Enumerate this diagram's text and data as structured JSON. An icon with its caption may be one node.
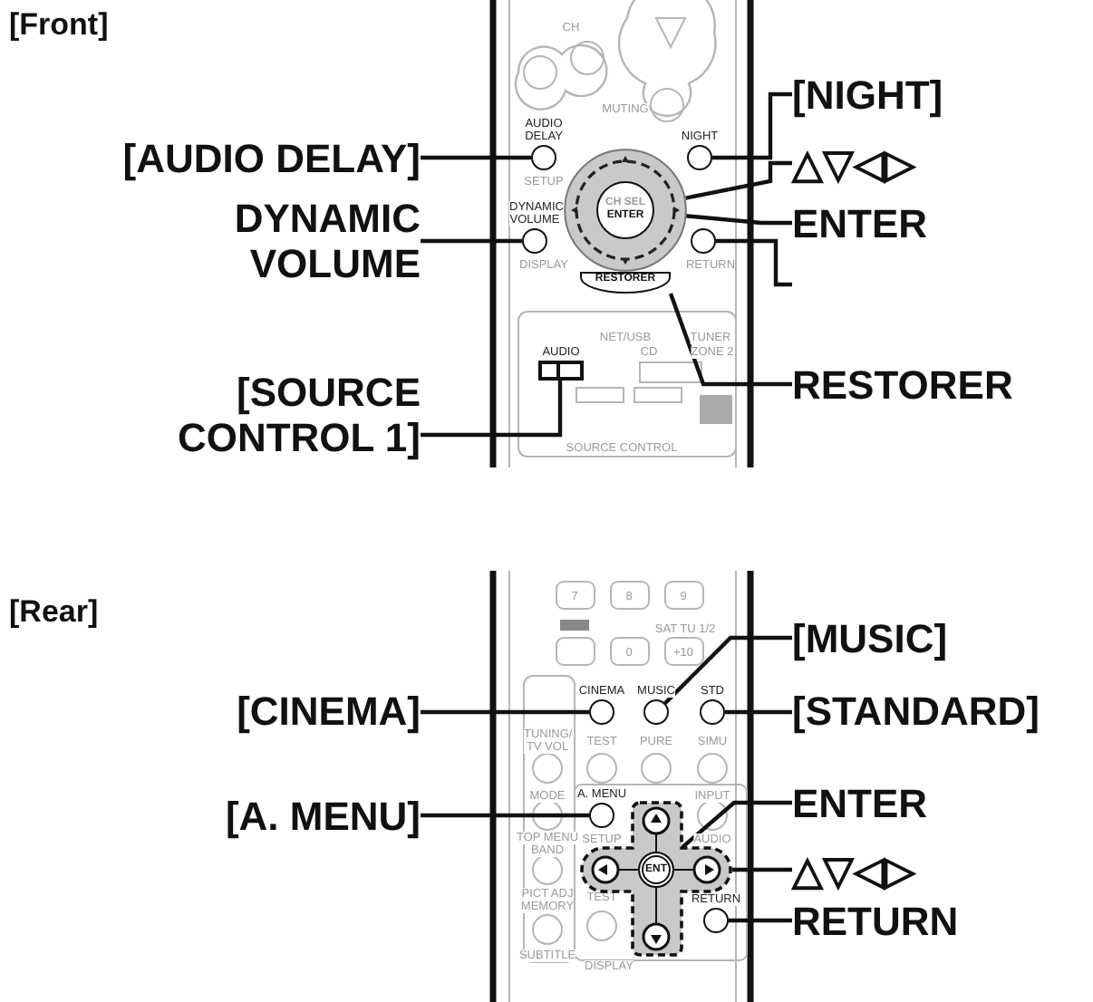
{
  "diagram": {
    "nodes": [
      {
        "text": [
          "[AUDIO DELAY]"
        ]
      },
      {
        "text": [],
        "shape": "circle",
        "beside": [
          "AUDIO DELAY"
        ]
      },
      {
        "text": [
          "[NIGHT]"
        ]
      },
      {
        "text": [],
        "shape": "circle",
        "beside": [
          "NIGHT"
        ]
      },
      {
        "text": [
          "△▽◁▷"
        ]
      },
      {
        "text": [],
        "shape": "circle"
      },
      {
        "text": [
          "ENTER"
        ]
      },
      {
        "text": [
          "CH SEL",
          "ENTER"
        ],
        "in": 5
      },
      {
        "text": [
          "DYNAMIC VOLUME"
        ]
      },
      {
        "text": [],
        "shape": "circle",
        "beside": [
          "DYNAMIC VOLUME"
        ]
      },
      {
        "text": [],
        "shape": "circle"
      },
      {
        "text": [
          "RESTORER"
        ]
      },
      {
        "text": [
          "RESTORER"
        ]
      },
      {
        "text": [
          "[SOURCE CONTROL 1]"
        ]
      },
      {
        "text": [],
        "shape": "box",
        "beside": [
          "AUDIO"
        ]
      },
      {
        "text": [
          "[MUSIC]"
        ]
      },
      {
        "text": [],
        "shape": "circle",
        "beside": [
          "MUSIC"
        ]
      },
      {
        "text": [
          "[CINEMA]"
        ]
      },
      {
        "text": [],
        "shape": "circle",
        "beside": [
          "CINEMA"
        ]
      },
      {
        "text": [
          "[STANDARD]"
        ]
      },
      {
        "text": [],
        "shape": "circle",
        "beside": [
          "STD"
        ]
      },
      {
        "text": [
          "[A. MENU]"
        ]
      },
      {
        "text": [],
        "shape": "circle",
        "beside": [
          "A. MENU"
        ]
      },
      {
        "text": [
          "ENTER"
        ]
      },
      {
        "text": [],
        "shape": "cross"
      },
      {
        "text": [
          "ENT"
        ],
        "in": 24
      },
      {
        "text": [
          "△▽◁▷"
        ]
      },
      {
        "text": [
          "RETURN"
        ]
      },
      {
        "text": [],
        "shape": "circle",
        "beside": [
          "RETURN"
        ]
      }
    ],
    "edges": [
      {
        "from": 0,
        "to": 1,
        "arrow": "none"
      },
      {
        "from": 2,
        "to": 3,
        "arrow": "none"
      },
      {
        "from": 4,
        "to": 5,
        "arrow": "none"
      },
      {
        "from": 6,
        "to": 7,
        "arrow": "none"
      },
      {
        "from": 8,
        "to": 9,
        "arrow": "none"
      },
      {
        "from": null,
        "to": 10,
        "arrow": "none"
      },
      {
        "from": 11,
        "to": 12,
        "arrow": "none"
      },
      {
        "from": 13,
        "to": 14,
        "arrow": "none"
      },
      {
        "from": 15,
        "to": 16,
        "arrow": "none"
      },
      {
        "from": 17,
        "to": 18,
        "arrow": "none"
      },
      {
        "from": 19,
        "to": 20,
        "arrow": "none"
      },
      {
        "from": 21,
        "to": 22,
        "arrow": "none"
      },
      {
        "from": 23,
        "to": 25,
        "arrow": "none"
      },
      {
        "from": 26,
        "to": 24,
        "arrow": "none"
      },
      {
        "from": 27,
        "to": 28,
        "arrow": "none"
      }
    ],
    "labels": [
      "[Front]",
      "CH",
      "MUTING",
      "SETUP",
      "DISPLAY",
      "RETURN",
      "NET/USB",
      "TUNER",
      "CD",
      "ZONE 2",
      "SOURCE CONTROL",
      "[Rear]",
      "7",
      "8",
      "9",
      "SAT TU 1/2",
      "0",
      "+10",
      "TUNING/ TV VOL",
      "TEST",
      "PURE",
      "SIMU",
      "MODE",
      "INPUT",
      "TOP MENU",
      "SETUP",
      "AUDIO",
      "BAND",
      "PICT ADJ",
      "TEST",
      "MEMORY",
      "SUBTITLE",
      "DISPLAY"
    ]
  }
}
